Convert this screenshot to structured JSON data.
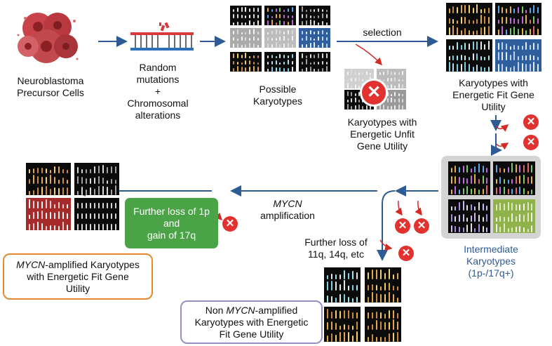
{
  "labels": {
    "precursor": "Neuroblastoma\nPrecursor Cells",
    "mutations": "Random\nmutations\n+\nChromosomal\nalterations",
    "possible": "Possible\nKaryotypes",
    "selection": "selection",
    "unfit": "Karyotypes with\nEnergetic Unfit\nGene Utility",
    "fit": "Karyotypes with\nEnergetic Fit Gene\nUtility",
    "intermediate": "Intermediate\nKaryotypes\n(1p-/17q+)",
    "mycn_amp_prefix": "MYCN",
    "mycn_amp_suffix": "amplification",
    "further_loss_1p": "Further loss of 1p\nand\ngain of 17q",
    "further_loss_11q": "Further loss of\n11q, 14q, etc",
    "mycn_karyo_prefix": "MYCN",
    "mycn_karyo_suffix": "-amplified Karyotypes\nwith Energetic Fit Gene\nUtility",
    "non_prefix": "Non ",
    "non_mycn": "MYCN",
    "non_suffix": "-amplified\nKaryotypes with Energetic\nFit Gene Utility"
  },
  "colors": {
    "arrow": "#2e5b94",
    "red_arrow": "#d42a27",
    "x_mark": "#e2322f",
    "green_box": "#4aa447",
    "intermediate_text": "#2e5b94",
    "orange_border": "#e58a2c",
    "purple_border": "#9a8cc4",
    "intermediate_panel": "#d4d4d4"
  },
  "icons": {
    "cells": "cell-cluster-icon",
    "dna": "dna-double-strand-icon",
    "reject": "x-circle-icon"
  }
}
